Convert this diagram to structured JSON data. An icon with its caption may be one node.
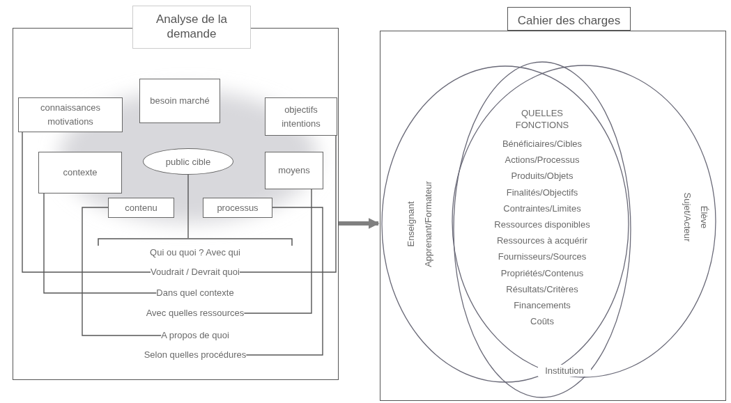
{
  "diagram": {
    "nodes": [
      {
        "text": [
          "Analyse de la demande"
        ]
      },
      {
        "text": [
          "besoin marché"
        ],
        "in": 0
      },
      {
        "text": [
          "connaissances motivations"
        ],
        "in": 0
      },
      {
        "text": [
          "objectifs intentions"
        ],
        "in": 0
      },
      {
        "text": [
          "public cible"
        ],
        "in": 0
      },
      {
        "text": [
          "contexte"
        ],
        "in": 0
      },
      {
        "text": [
          "moyens"
        ],
        "in": 0
      },
      {
        "text": [
          "contenu"
        ],
        "in": 0
      },
      {
        "text": [
          "processus"
        ],
        "in": 0
      },
      {
        "text": [],
        "shape": "bracket",
        "in": 0
      },
      {
        "text": [
          "Qui ou quoi ? Avec qui"
        ],
        "in": 9
      },
      {
        "text": [
          "Voudrait / Devrait quoi"
        ],
        "in": 9
      },
      {
        "text": [
          "Dans quel contexte"
        ],
        "in": 9
      },
      {
        "text": [
          "Avec quelles ressources"
        ],
        "in": 9
      },
      {
        "text": [
          "A propos de quoi"
        ],
        "in": 9
      },
      {
        "text": [
          "Selon quelles procédures"
        ],
        "in": 9
      },
      {
        "text": [
          "Cahier des charges"
        ]
      },
      {
        "text": [
          "Enseignant",
          "Apprenant/Formateur"
        ],
        "in": 16
      },
      {
        "text": [
          "Élève",
          "Sujet/Acteur"
        ],
        "in": 16
      },
      {
        "text": [
          "QUELLES FONCTIONS",
          "Bénéficiaires/Cibles",
          "Actions/Processus",
          "Produits/Objets",
          "Finalités/Objectifs",
          "Contraintes/Limites",
          "Ressources disponibles",
          "Ressources à acquérir",
          "Fournisseurs/Sources",
          "Propriétés/Contenus",
          "Résultats/Critères",
          "Financements",
          "Coûts"
        ],
        "in": 16
      }
    ],
    "edges": [
      {
        "from": 2,
        "to": 11,
        "arrow": "none"
      },
      {
        "from": 5,
        "to": 12,
        "arrow": "none"
      },
      {
        "from": 7,
        "to": 14,
        "arrow": "none"
      },
      {
        "from": 3,
        "to": 11,
        "arrow": "none"
      },
      {
        "from": 6,
        "to": 13,
        "arrow": "none"
      },
      {
        "from": 8,
        "to": 15,
        "arrow": "none"
      },
      {
        "from": 4,
        "to": 9,
        "arrow": "none"
      },
      {
        "from": 0,
        "to": 16,
        "arrow": "to",
        "style": "thick",
        "color": "#808080"
      }
    ],
    "labels": [
      "Institution"
    ]
  }
}
